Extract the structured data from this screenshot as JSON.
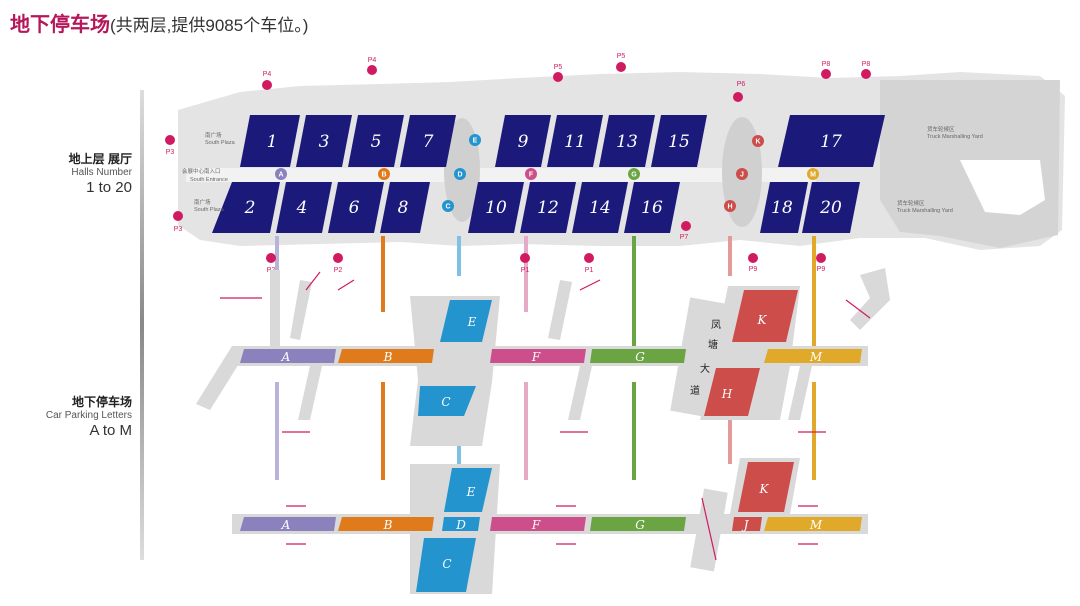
{
  "title": {
    "main": "地下停车场",
    "sub": "(共两层,提供9085个车位。)"
  },
  "levels": {
    "above": {
      "cn": "地上层 展厅",
      "en": "Halls Number",
      "range": "1 to 20"
    },
    "below": {
      "cn": "地下停车场",
      "en": "Car Parking Letters",
      "range": "A to M"
    }
  },
  "halls_top": [
    "1",
    "3",
    "5",
    "7",
    "9",
    "11",
    "13",
    "15",
    "17"
  ],
  "halls_bottom": [
    "2",
    "4",
    "6",
    "8",
    "10",
    "12",
    "14",
    "16",
    "18",
    "20"
  ],
  "map_labels": {
    "south_plaza_cn": "南广场",
    "south_plaza_en": "South Plaza",
    "south_entrance_cn": "会展中心南入口",
    "south_entrance_en": "South Entrance",
    "truck_yard_cn": "货车轮候区",
    "truck_yard_en": "Truck Marshalling Yard"
  },
  "connector_dots": [
    "A",
    "B",
    "D",
    "C",
    "E",
    "F",
    "G",
    "J",
    "H",
    "K",
    "M"
  ],
  "parking_markers": [
    "P4",
    "P4",
    "P5",
    "P5",
    "P6",
    "P8",
    "P8",
    "P3",
    "P3",
    "P7",
    "P2",
    "P2",
    "P1",
    "P1",
    "P9",
    "P9"
  ],
  "upper_zones": [
    "A",
    "B",
    "C",
    "E",
    "F",
    "G",
    "K",
    "M",
    "H"
  ],
  "road_name": [
    "凤",
    "塘",
    "大",
    "道"
  ],
  "lower_zones": [
    "A",
    "B",
    "D",
    "C",
    "E",
    "F",
    "G",
    "K",
    "J",
    "M"
  ],
  "colors": {
    "hall": "#1b1a7a",
    "A": "#8b82bd",
    "B": "#e07b1c",
    "C": "#2394cd",
    "D": "#2394cd",
    "E": "#2394cd",
    "F": "#cc4f8b",
    "G": "#6ba543",
    "H": "#cd4d4b",
    "J": "#cd4d4b",
    "K": "#cd4d4b",
    "M": "#e0a92a",
    "accent": "#d01a62",
    "road": "#d9d9d9"
  }
}
